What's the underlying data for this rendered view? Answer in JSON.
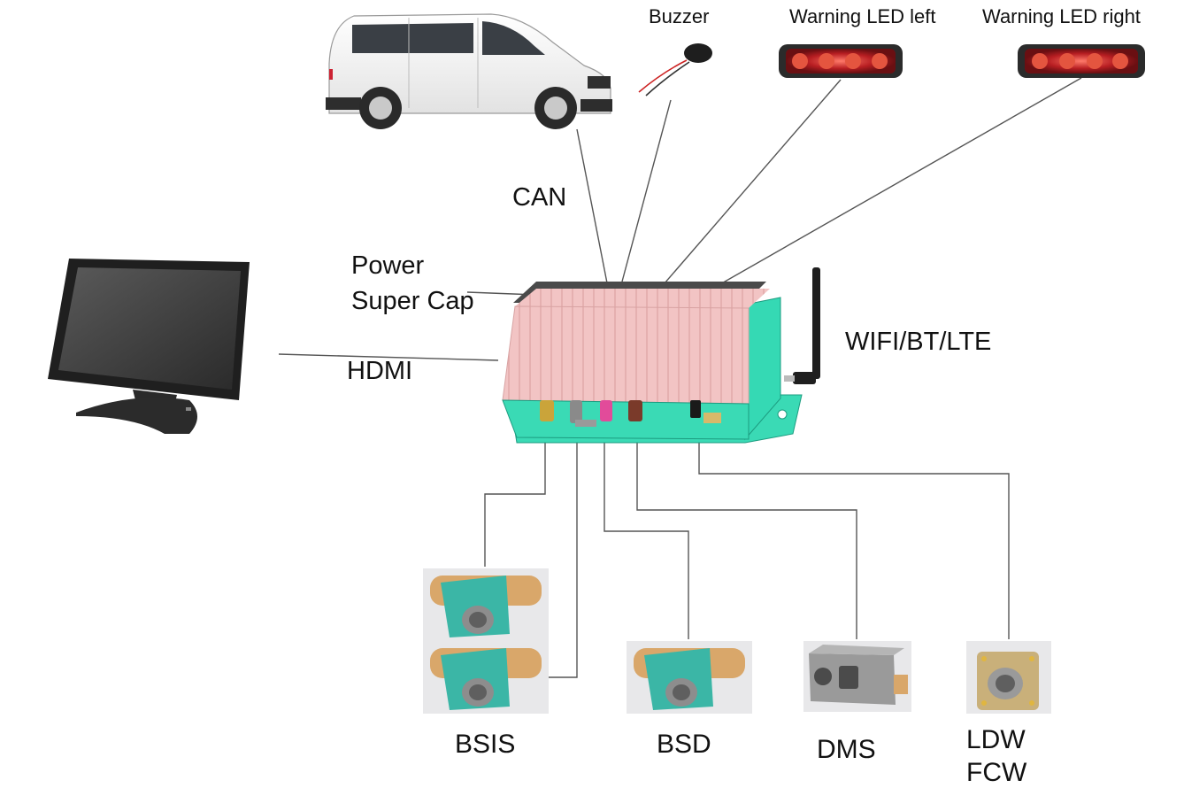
{
  "labels": {
    "buzzer": "Buzzer",
    "led_left": "Warning LED left",
    "led_right": "Warning LED right",
    "can": "CAN",
    "power": "Power",
    "super_cap": "Super Cap",
    "hdmi": "HDMI",
    "wireless": "WIFI/BT/LTE",
    "bsis": "BSIS",
    "bsd": "BSD",
    "dms": "DMS",
    "ldw": "LDW",
    "fcw": "FCW"
  },
  "colors": {
    "van_body": "#f4f4f4",
    "led_red": "#c0282a",
    "box_top": "#f3c6c6",
    "box_side": "#f0b9b9",
    "box_base": "#35d9b4",
    "camera_mount": "#3bb6a6",
    "camera_plate": "#d9a76a",
    "monitor": "#2b2b2b",
    "wire": "#555555"
  },
  "icons": [
    "van-icon",
    "buzzer-icon",
    "warning-led-left-icon",
    "warning-led-right-icon",
    "monitor-icon",
    "ecu-box-icon",
    "antenna-icon",
    "bsis-camera-icon",
    "bsd-camera-icon",
    "dms-camera-icon",
    "ldw-fcw-camera-icon"
  ]
}
